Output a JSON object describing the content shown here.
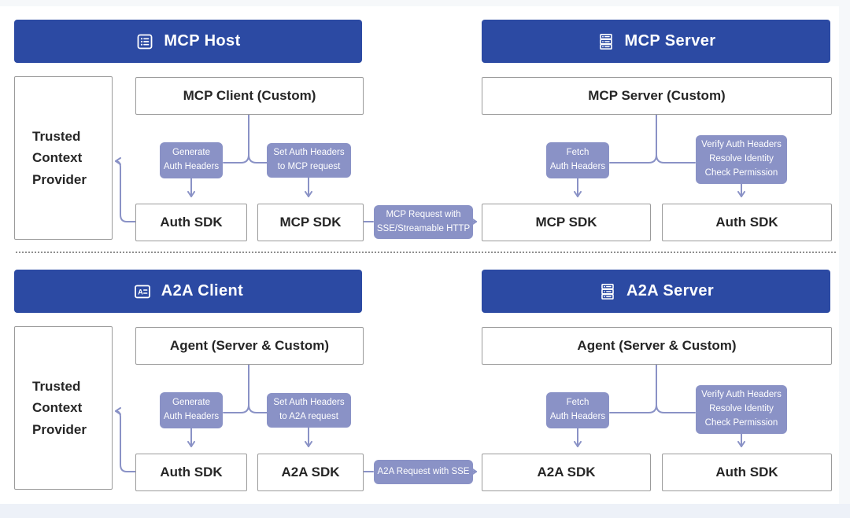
{
  "colors": {
    "header_blue": "#2c4aa3",
    "purple": "#8a92c6",
    "box_border": "#9b9b9b",
    "text_dark": "#262626",
    "divider_gray": "#8f8f8f",
    "footer_strip": "#edf1f8",
    "page_edge": "#f6f8fa",
    "canvas_bg": "#ffffff"
  },
  "shared": {
    "trusted_provider": "Trusted\nContext\nProvider"
  },
  "top": {
    "host_title": "MCP Host",
    "host_icon": "list-icon",
    "server_title": "MCP Server",
    "server_icon": "server-icon",
    "client_box": "MCP Client (Custom)",
    "server_box": "MCP Server (Custom)",
    "generate_label": "Generate\nAuth Headers",
    "set_label": "Set Auth Headers\nto MCP request",
    "fetch_label": "Fetch\nAuth Headers",
    "verify_label": "Verify Auth Headers\nResolve Identity\nCheck Permission",
    "auth_sdk_left": "Auth SDK",
    "mcp_sdk_left": "MCP SDK",
    "mcp_sdk_right": "MCP SDK",
    "auth_sdk_right": "Auth SDK",
    "request_label": "MCP Request with\nSSE/Streamable HTTP"
  },
  "bottom": {
    "client_title": "A2A Client",
    "client_icon": "idcard-icon",
    "server_title": "A2A Server",
    "server_icon": "server-icon",
    "agent_left_box": "Agent (Server & Custom)",
    "agent_right_box": "Agent (Server & Custom)",
    "generate_label": "Generate\nAuth Headers",
    "set_label": "Set Auth Headers\nto A2A request",
    "fetch_label": "Fetch\nAuth Headers",
    "verify_label": "Verify Auth Headers\nResolve Identity\nCheck Permission",
    "auth_sdk_left": "Auth SDK",
    "a2a_sdk_left": "A2A SDK",
    "a2a_sdk_right": "A2A SDK",
    "auth_sdk_right": "Auth SDK",
    "request_label": "A2A Request with SSE"
  }
}
